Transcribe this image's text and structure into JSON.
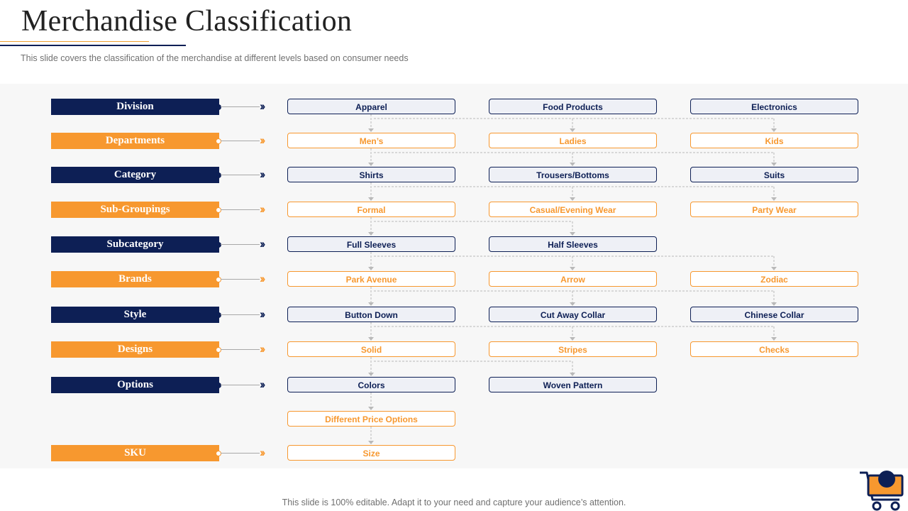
{
  "slide": {
    "title": "Merchandise Classification",
    "subtitle": "This slide covers the classification of the merchandise at different levels based on consumer needs",
    "footer": "This slide is 100% editable. Adapt it to your need and capture your audience’s attention."
  },
  "colors": {
    "navy": "#0d1f55",
    "orange": "#f7982f",
    "panel": "#f7f7f7"
  },
  "levels": [
    {
      "label": "Division",
      "style": "navy",
      "items": [
        "Apparel",
        "Food  Products",
        "Electronics"
      ]
    },
    {
      "label": "Departments",
      "style": "orange",
      "items": [
        "Men’s",
        "Ladies",
        "Kids"
      ]
    },
    {
      "label": "Category",
      "style": "navy",
      "items": [
        "Shirts",
        "Trousers/Bottoms",
        "Suits"
      ]
    },
    {
      "label": "Sub-Groupings",
      "style": "orange",
      "items": [
        "Formal",
        "Casual/Evening  Wear",
        "Party Wear"
      ]
    },
    {
      "label": "Subcategory",
      "style": "navy",
      "items": [
        "Full  Sleeves",
        "Half Sleeves"
      ]
    },
    {
      "label": "Brands",
      "style": "orange",
      "items": [
        "Park Avenue",
        "Arrow",
        "Zodiac"
      ]
    },
    {
      "label": "Style",
      "style": "navy",
      "items": [
        "Button Down",
        "Cut Away Collar",
        "Chinese Collar"
      ]
    },
    {
      "label": "Designs",
      "style": "orange",
      "items": [
        "Solid",
        "Stripes",
        "Checks"
      ]
    },
    {
      "label": "Options",
      "style": "navy",
      "items": [
        "Colors",
        "Woven Pattern"
      ]
    },
    {
      "label": "",
      "style": "none",
      "items": [
        "Different Price Options"
      ]
    },
    {
      "label": "SKU",
      "style": "orange",
      "items": [
        "Size"
      ]
    }
  ],
  "icons": {
    "cart": "shopping-cart-icon",
    "arrow": "double-chevron-icon"
  }
}
